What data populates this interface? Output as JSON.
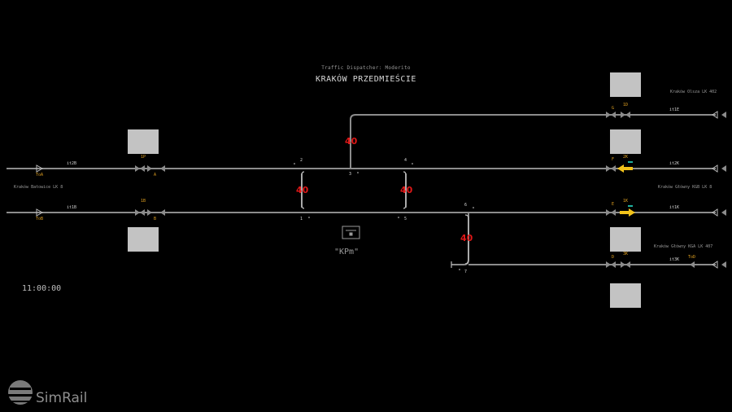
{
  "header": {
    "dispatcher_line": "Traffic Dispatcher: Moderito",
    "station_title": "KRAKÓW PRZEDMIEŚCIE"
  },
  "clock": "11:00:00",
  "station_name": "\"KPm\"",
  "logo": {
    "text": "SimRail"
  },
  "neighbors": {
    "left": "Kraków Batowice LK 8",
    "right_top": "Kraków Olsza LK 402",
    "right_mid": "Kraków Główny KGB LK 8",
    "right_bottom": "Kraków Główny KGA LK 407"
  },
  "tracks": {
    "t_2b": "it2B",
    "t_1b": "it1B",
    "t_1e": "it1E",
    "t_2k": "it2K",
    "t_1k": "it1K",
    "t_3k": "it3K"
  },
  "signals": {
    "toA": "ToA",
    "toB": "ToB",
    "top1p": "1P",
    "a": "A",
    "top1b": "1B",
    "b": "B",
    "g": "G",
    "g_code": "1D",
    "f": "F",
    "f_code": "2K",
    "e": "E",
    "e_code": "1K",
    "d": "D",
    "d_code": "3K",
    "toD": "ToD"
  },
  "switches": [
    "2",
    "3",
    "4",
    "1",
    "5",
    "6",
    "7"
  ],
  "speed_limits": [
    "40",
    "40",
    "40",
    "40"
  ],
  "colors": {
    "track": "#8c8c8c",
    "speed": "#e01818",
    "signal_label": "#e0a020",
    "route_arrow": "#f2c31b",
    "indicator": "#1fb0a0",
    "block": "#c3c3c3"
  }
}
